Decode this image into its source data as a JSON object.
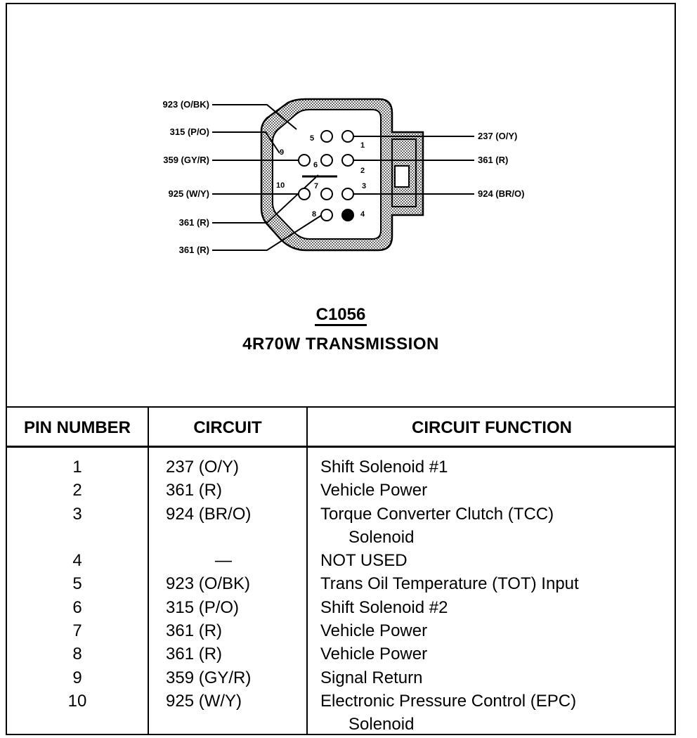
{
  "connector": {
    "id": "C1056",
    "name": "4R70W TRANSMISSION",
    "left_labels": [
      "923 (O/BK)",
      "315 (P/O)",
      "359 (GY/R)",
      "925 (W/Y)",
      "361 (R)",
      "361 (R)"
    ],
    "right_labels": [
      "237 (O/Y)",
      "361 (R)",
      "924 (BR/O)"
    ],
    "pin_numbers": [
      "1",
      "2",
      "3",
      "4",
      "5",
      "6",
      "7",
      "8",
      "9",
      "10"
    ]
  },
  "table": {
    "headers": [
      "PIN NUMBER",
      "CIRCUIT",
      "CIRCUIT FUNCTION"
    ],
    "rows": [
      {
        "pin": "1",
        "circuit": "237 (O/Y)",
        "function": "Shift Solenoid #1",
        "function_cont": ""
      },
      {
        "pin": "2",
        "circuit": "361 (R)",
        "function": "Vehicle Power",
        "function_cont": ""
      },
      {
        "pin": "3",
        "circuit": "924 (BR/O)",
        "function": "Torque Converter Clutch (TCC)",
        "function_cont": "Solenoid"
      },
      {
        "pin": "4",
        "circuit": "—",
        "function": "NOT USED",
        "function_cont": ""
      },
      {
        "pin": "5",
        "circuit": "923 (O/BK)",
        "function": "Trans Oil Temperature (TOT) Input",
        "function_cont": ""
      },
      {
        "pin": "6",
        "circuit": "315 (P/O)",
        "function": "Shift Solenoid #2",
        "function_cont": ""
      },
      {
        "pin": "7",
        "circuit": "361 (R)",
        "function": "Vehicle Power",
        "function_cont": ""
      },
      {
        "pin": "8",
        "circuit": "361 (R)",
        "function": "Vehicle Power",
        "function_cont": ""
      },
      {
        "pin": "9",
        "circuit": "359 (GY/R)",
        "function": "Signal Return",
        "function_cont": ""
      },
      {
        "pin": "10",
        "circuit": "925 (W/Y)",
        "function": "Electronic Pressure Control (EPC)",
        "function_cont": "Solenoid"
      }
    ]
  }
}
